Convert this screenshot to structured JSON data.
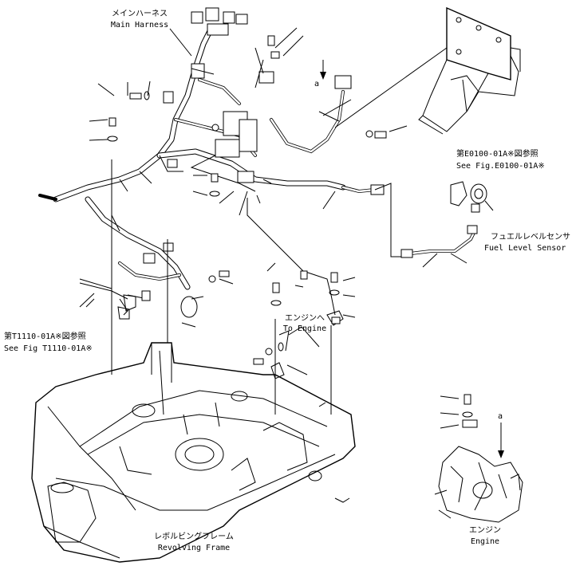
{
  "labels": {
    "main_harness_jp": "メインハーネス",
    "main_harness_en": "Main Harness",
    "see_e0100_jp": "第E0100-01A※図参照",
    "see_e0100_en": "See Fig.E0100-01A※",
    "fuel_sensor_jp": "フュエルレベルセンサ",
    "fuel_sensor_en": "Fuel Level Sensor",
    "see_t1110_jp": "第T1110-01A※図参照",
    "see_t1110_en": "See Fig T1110-01A※",
    "to_engine_jp": "エンジンへ",
    "to_engine_en": "To Engine",
    "revolving_jp": "レボルビングフレーム",
    "revolving_en": "Revolving Frame",
    "engine_jp": "エンジン",
    "engine_en": "Engine",
    "ref_a_top": "a",
    "ref_a_right": "a"
  },
  "colors": {
    "ink": "#000000",
    "paper": "#ffffff"
  }
}
